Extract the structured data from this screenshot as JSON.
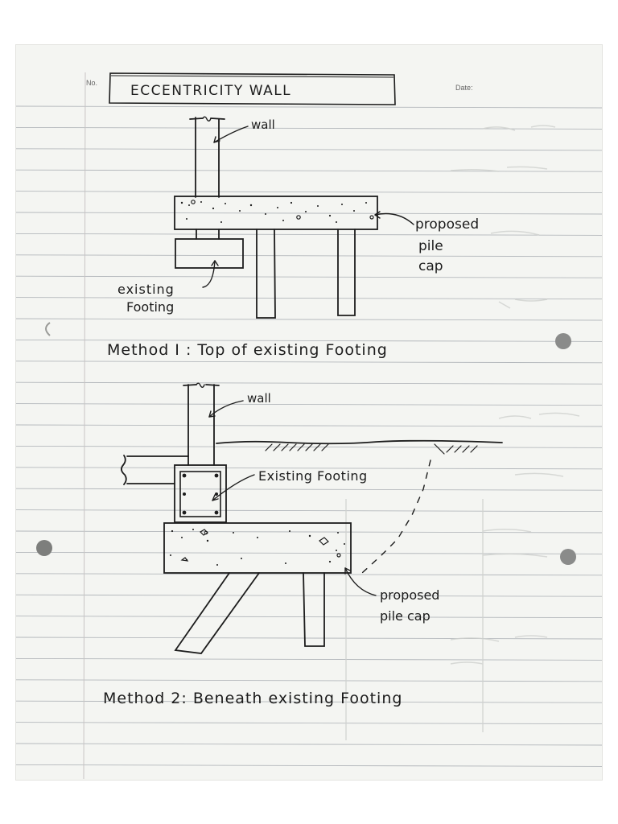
{
  "header": {
    "no_label": "No.",
    "date_label": "Date:",
    "title": "ECCENTRICITY WALL"
  },
  "method1": {
    "wall_label": "wall",
    "pile_cap_label": [
      "proposed",
      "pile",
      "cap"
    ],
    "existing_footing_label": [
      "existing",
      "Footing"
    ],
    "caption": "Method I : Top of existing Footing"
  },
  "method2": {
    "wall_label": "wall",
    "existing_footing_label": "Existing Footing",
    "pile_cap_label": [
      "proposed",
      "pile cap"
    ],
    "caption": "Method 2: Beneath existing Footing"
  },
  "colors": {
    "paper": "#f4f5f2",
    "rule_line": "#b4b8bc",
    "ink": "#1c1c1c",
    "bleed_through": "#c9cbc8"
  },
  "icons": [
    "punch-hole-icon"
  ]
}
